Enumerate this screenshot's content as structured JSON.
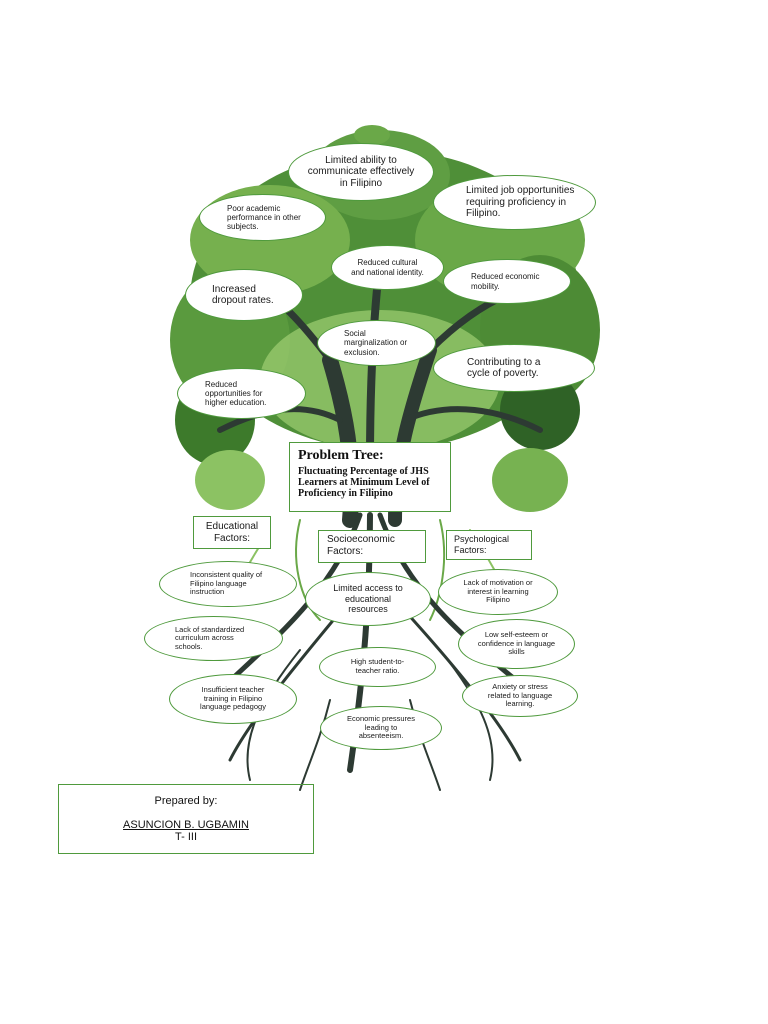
{
  "title": {
    "heading": "Problem Tree:",
    "subtitle": "Fluctuating Percentage of JHS Learners at Minimum Level of Proficiency in Filipino"
  },
  "effects": [
    "Limited ability to communicate effectively in Filipino",
    "Limited job opportunities requiring proficiency in Filipino.",
    "Poor academic performance in other subjects.",
    "Reduced cultural and national identity.",
    "Reduced economic mobility.",
    "Increased dropout rates.",
    "Social marginalization or exclusion.",
    "Contributing to a cycle of poverty.",
    "Reduced opportunities for higher education."
  ],
  "categories": {
    "educational": "Educational Factors:",
    "socioeconomic": "Socioeconomic Factors:",
    "psychological": "Psychological Factors:"
  },
  "causes": {
    "educational": [
      "Inconsistent quality of Filipino language instruction",
      "Lack of standardized curriculum across schools.",
      "Insufficient teacher training in Filipino language pedagogy"
    ],
    "socioeconomic": [
      "Limited access to educational resources",
      "High student-to-teacher ratio.",
      "Economic pressures leading to absenteeism."
    ],
    "psychological": [
      "Lack of motivation or interest in learning Filipino",
      "Low self-esteem or confidence in language skills",
      "Anxiety or stress related to language learning."
    ]
  },
  "prepared": {
    "label": "Prepared by:",
    "name": "ASUNCION B. UGBAMIN",
    "position": "T- III"
  },
  "colors": {
    "border": "#4f9a3d",
    "foliage_dark": "#3f7d2c",
    "foliage_light": "#8cc263",
    "trunk": "#2d3a33"
  }
}
